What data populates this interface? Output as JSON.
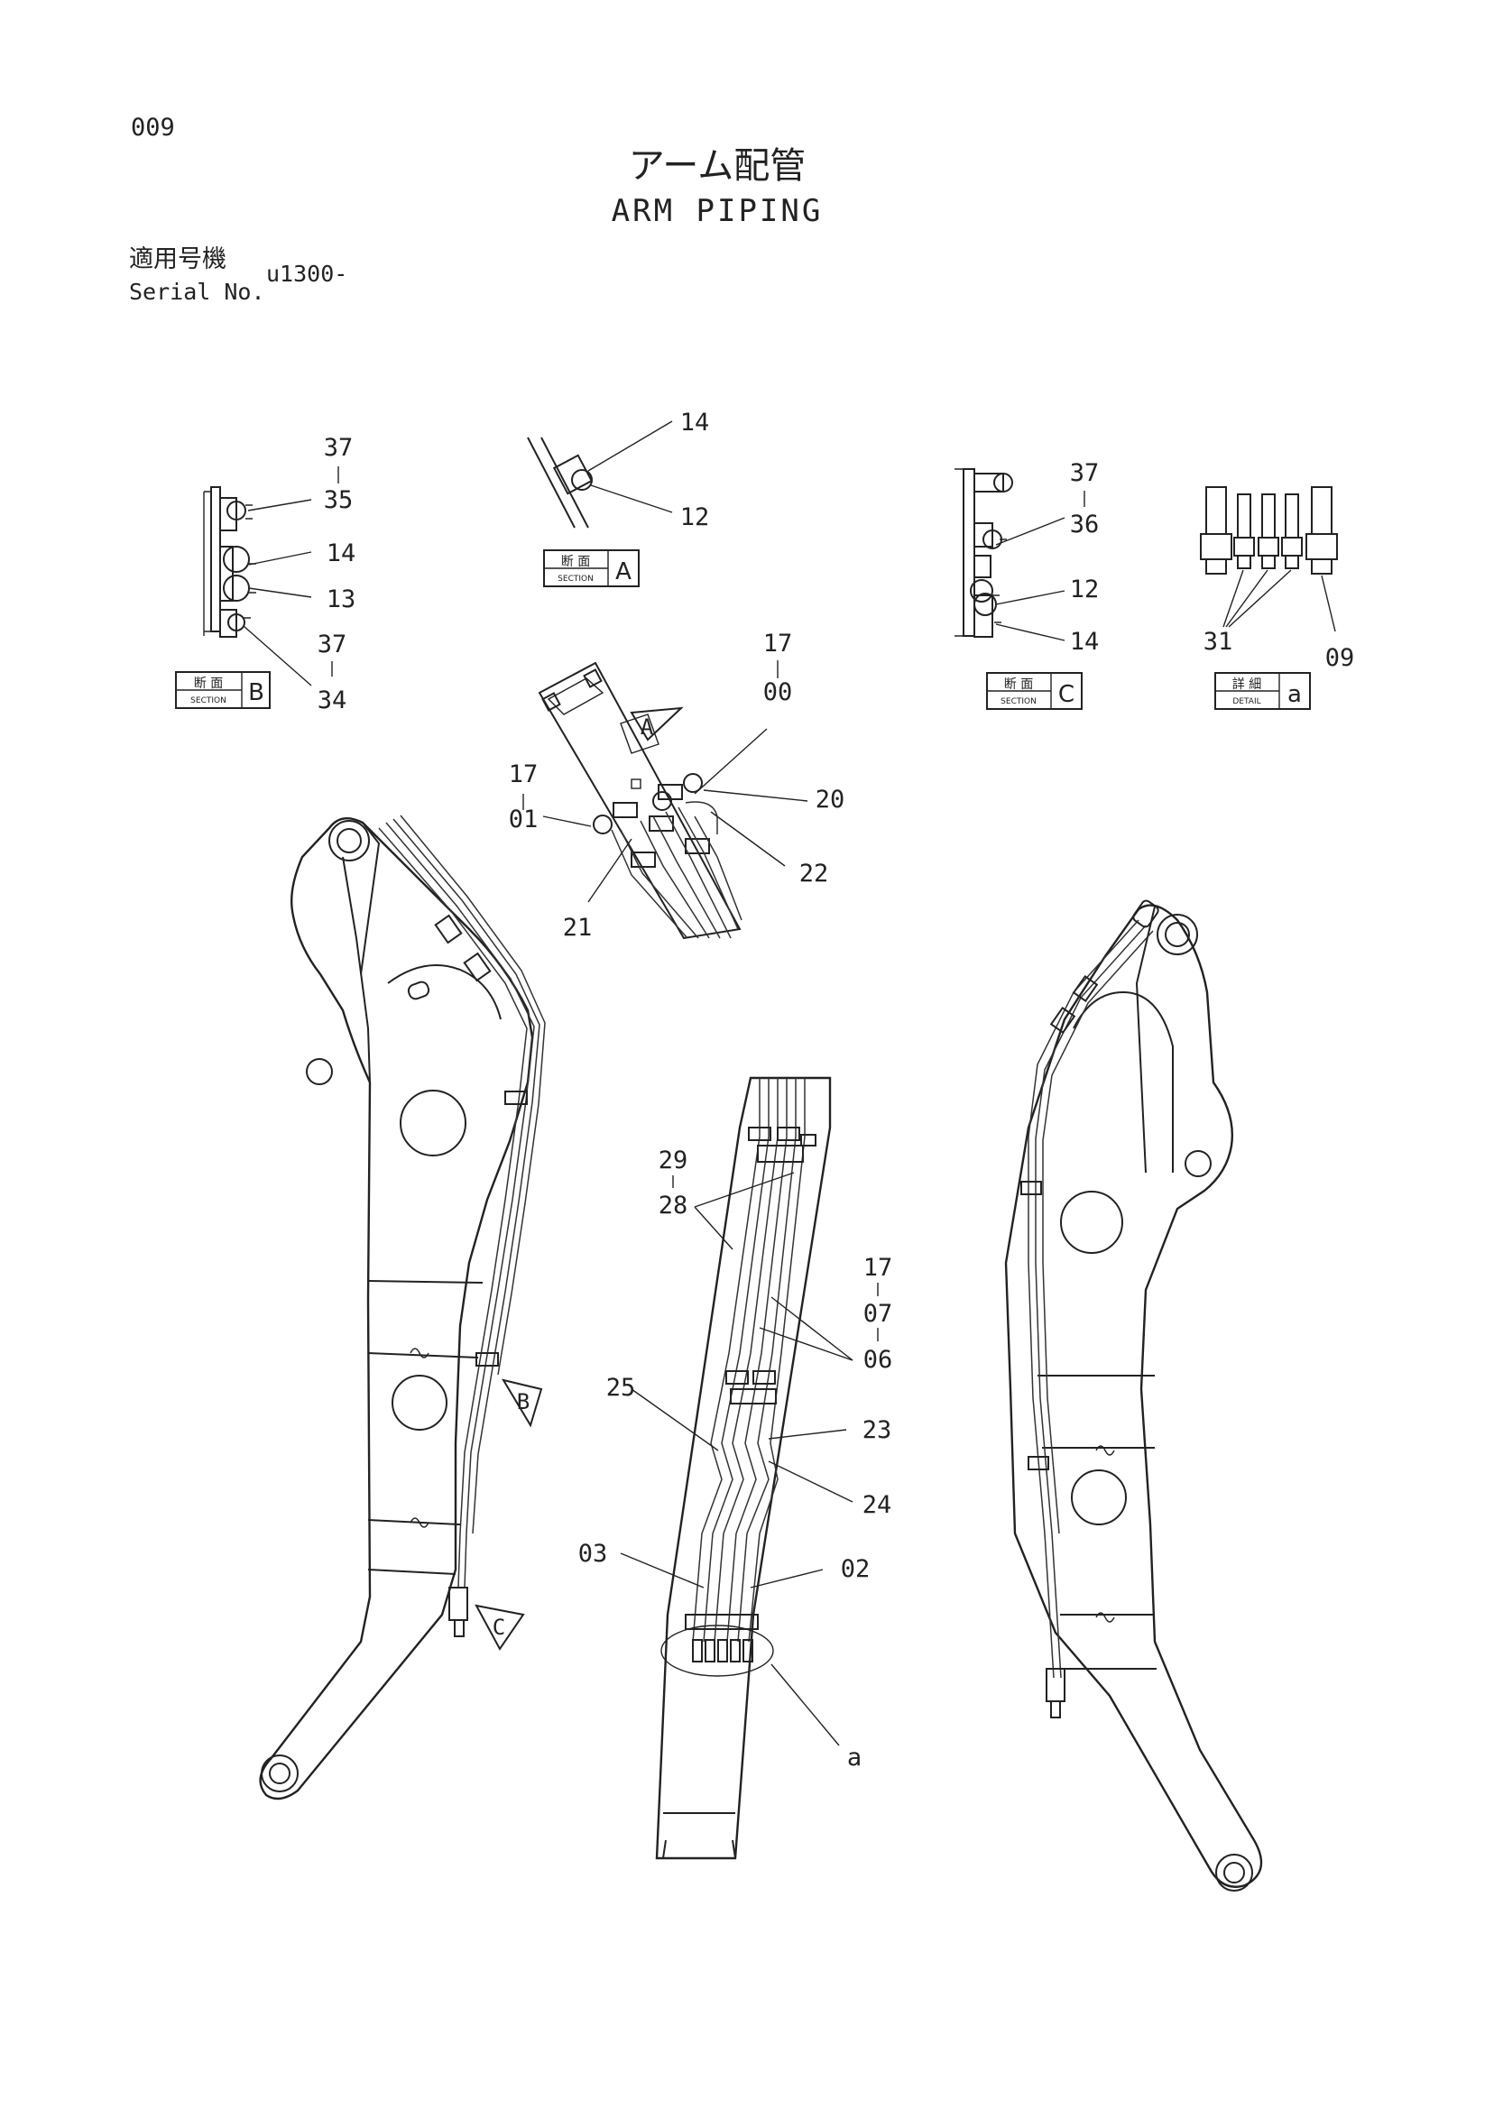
{
  "page": {
    "number": "009"
  },
  "title": {
    "ja": "アーム配管",
    "en": "ARM PIPING"
  },
  "serial": {
    "label_ja": "適用号機",
    "label_en": "Serial No.",
    "value": "u1300-"
  },
  "section_labels": {
    "b": {
      "ja": "断 面",
      "en": "SECTION",
      "letter": "B"
    },
    "a": {
      "ja": "断 面",
      "en": "SECTION",
      "letter": "A"
    },
    "c": {
      "ja": "断 面",
      "en": "SECTION",
      "letter": "C"
    },
    "detail": {
      "ja": "詳 細",
      "en": "DETAIL",
      "letter": "a"
    }
  },
  "markers": {
    "a": "A",
    "b": "B",
    "c": "C"
  },
  "callouts": {
    "b_37": "37",
    "b_35": "35",
    "b_14": "14",
    "b_13": "13",
    "b_37b": "37",
    "b_34": "34",
    "a_14": "14",
    "a_12": "12",
    "c_37": "37",
    "c_36": "36",
    "c_12": "12",
    "c_14": "14",
    "d_31": "31",
    "d_09": "09",
    "t_17a": "17",
    "t_00": "00",
    "t_17b": "17",
    "t_01": "01",
    "t_20": "20",
    "t_22": "22",
    "t_21": "21",
    "m_29": "29",
    "m_28": "28",
    "m_17": "17",
    "m_07": "07",
    "m_06": "06",
    "m_25": "25",
    "m_23": "23",
    "m_24": "24",
    "m_03": "03",
    "m_02": "02",
    "m_a": "a"
  }
}
